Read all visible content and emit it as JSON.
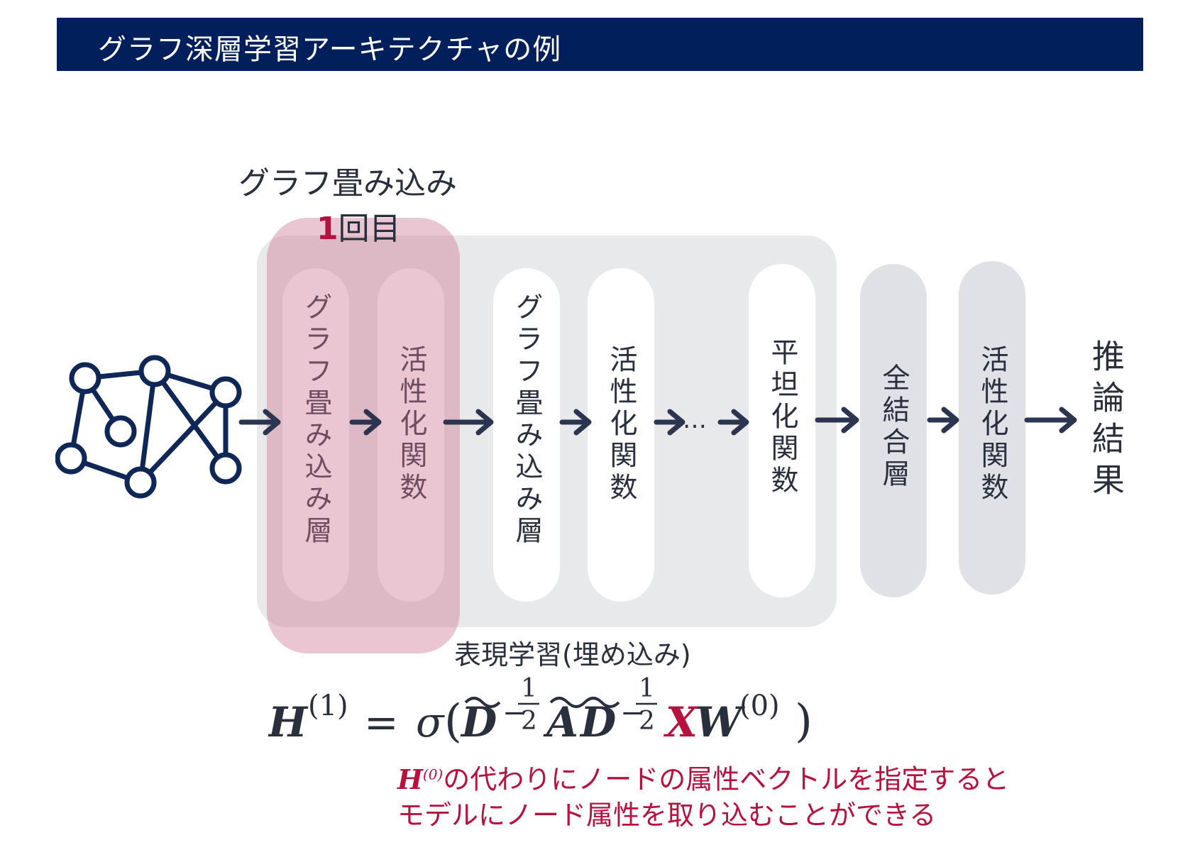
{
  "header": {
    "title": "グラフ深層学習アーキテクチャの例"
  },
  "conv_group": {
    "label": "グラフ畳み込み",
    "count_number": "1",
    "count_suffix": "回目"
  },
  "layers": {
    "conv1": "グラフ畳み込み層",
    "act1": "活性化関数",
    "conv2": "グラフ畳み込み層",
    "act2": "活性化関数",
    "ellipsis": "…",
    "flatten": "平坦化関数",
    "fc": "全結合層",
    "act3": "活性化関数"
  },
  "output": {
    "label": "推論結果"
  },
  "representation": {
    "label": "表現学習(埋め込み)"
  },
  "formula": {
    "lhs": "H",
    "lhs_sup": "(1)",
    "eq": "=",
    "sigma": "σ",
    "D": "D",
    "half_num": "1",
    "half_den": "2",
    "minus": "−",
    "A": "A",
    "X": "X",
    "W": "W",
    "W_sup": "(0)",
    "open": "(",
    "close": ")"
  },
  "note": {
    "h0": "H",
    "h0_sup": "(0)",
    "line1_rest": "の代わりにノードの属性ベクトルを指定すると",
    "line2": "モデルにノード属性を取り込むことができる"
  },
  "colors": {
    "navy": "#001f5b",
    "accent": "#b5123e",
    "text": "#2a2f3d"
  }
}
